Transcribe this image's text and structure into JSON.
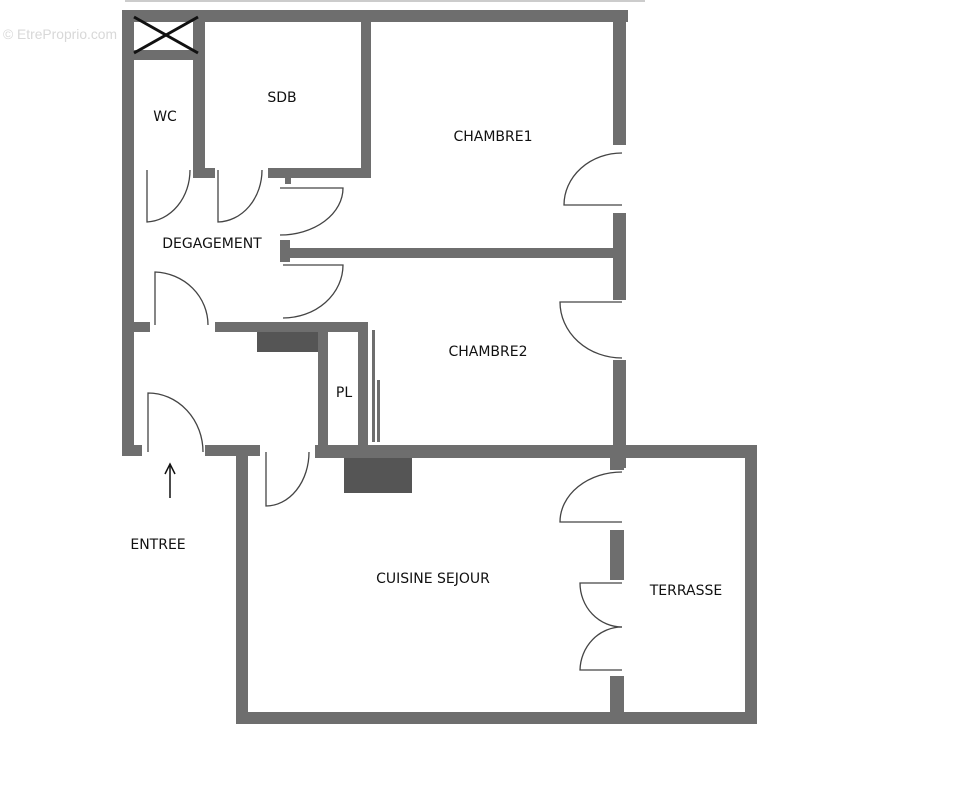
{
  "watermark": "© EtreProprio.com",
  "rooms": {
    "wc": "WC",
    "sdb": "SDB",
    "chambre1": "CHAMBRE1",
    "degagement": "DEGAGEMENT",
    "chambre2": "CHAMBRE2",
    "pl": "PL",
    "entree": "ENTREE",
    "cuisine_sejour": "CUISINE SEJOUR",
    "terrasse": "TERRASSE"
  },
  "colors": {
    "wall": "#6e6e6e",
    "background": "#ffffff"
  }
}
